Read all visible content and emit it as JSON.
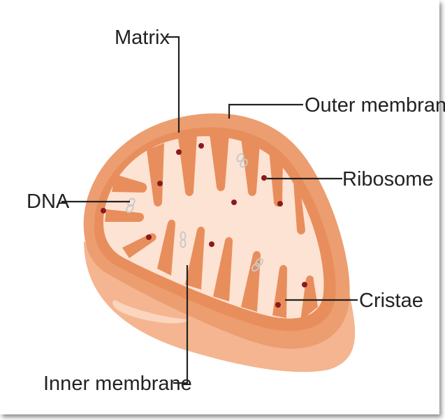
{
  "labels": {
    "matrix": "Matrix",
    "outer_membrane": "Outer membrane",
    "ribosome": "Ribosome",
    "dna": "DNA",
    "cristae": "Cristae",
    "inner_membrane": "Inner membrane"
  },
  "colors": {
    "outer_body": "#f3b08a",
    "outer_rim": "#e99a6a",
    "inner_membrane": "#e58e5c",
    "matrix_fill": "#fde3d3",
    "ribosome": "#8b1a1f",
    "dna": "#c9c9c9",
    "leader_line": "#222222"
  },
  "icons": {
    "ribosome": "ribosome-dot-icon",
    "dna": "dna-loop-icon"
  }
}
